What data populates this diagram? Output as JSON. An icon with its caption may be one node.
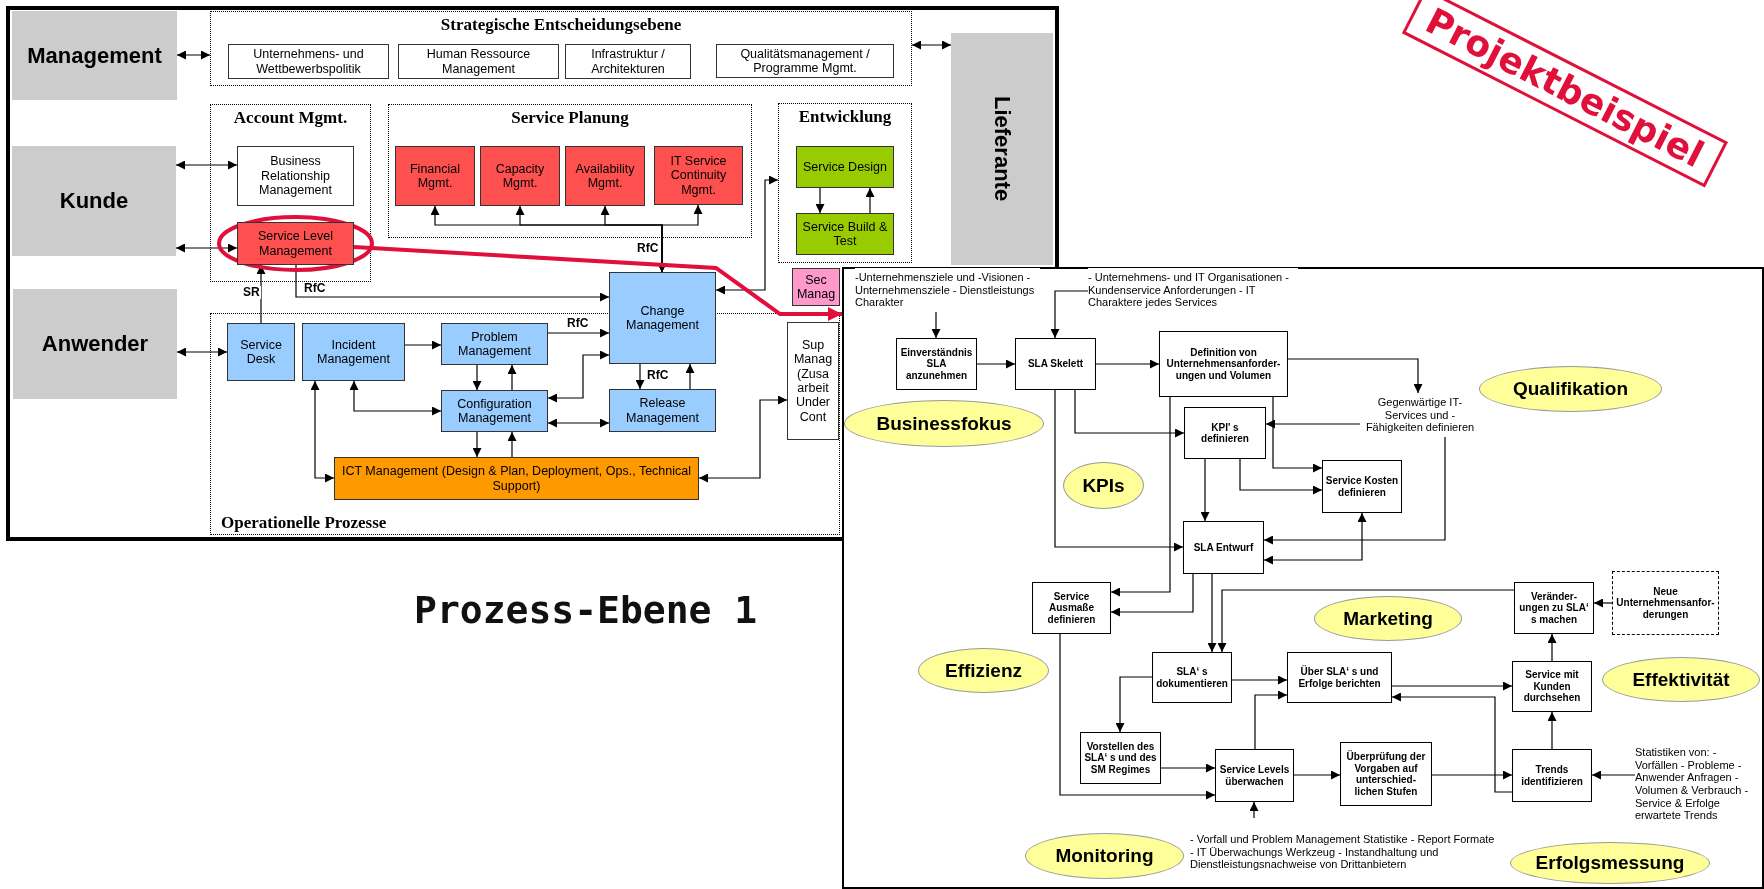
{
  "diagram": {
    "nodes": [
      {
        "text": [
          "Management"
        ]
      },
      {
        "text": [
          "Kunde"
        ]
      },
      {
        "text": [
          "Anwender"
        ]
      },
      {
        "text": [
          "Lieferante"
        ]
      },
      {
        "text": [
          "Strategische Entscheidungsebene"
        ]
      },
      {
        "text": [
          "Unternehmens- und Wettbewerbspolitik"
        ],
        "in": 4
      },
      {
        "text": [
          "Human Ressource Management"
        ],
        "in": 4
      },
      {
        "text": [
          "Infrastruktur / Architekturen"
        ],
        "in": 4
      },
      {
        "text": [
          "Qualitätsmanagement / Programme Mgmt."
        ],
        "in": 4
      },
      {
        "text": [
          "Account Mgmt."
        ]
      },
      {
        "text": [
          "Business Relationship Management"
        ],
        "in": 9
      },
      {
        "text": [
          "Service Level Management"
        ],
        "in": 9
      },
      {
        "text": [
          "Service Planung"
        ]
      },
      {
        "text": [
          "Financial Mgmt."
        ],
        "in": 12
      },
      {
        "text": [
          "Capacity Mgmt."
        ],
        "in": 12
      },
      {
        "text": [
          "Availability Mgmt."
        ],
        "in": 12
      },
      {
        "text": [
          "IT Service Continuity Mgmt."
        ],
        "in": 12
      },
      {
        "text": [
          "Entwicklung"
        ]
      },
      {
        "text": [
          "Service Design"
        ],
        "in": 17
      },
      {
        "text": [
          "Service Build & Test"
        ],
        "in": 17
      },
      {
        "text": [
          "Sec Manag"
        ]
      },
      {
        "text": [
          "Operationelle Prozesse"
        ]
      },
      {
        "text": [
          "Service Desk"
        ],
        "in": 21
      },
      {
        "text": [
          "Incident Management"
        ],
        "in": 21
      },
      {
        "text": [
          "Problem Management"
        ],
        "in": 21
      },
      {
        "text": [
          "Change Management"
        ]
      },
      {
        "text": [
          "Configuration Management"
        ],
        "in": 21
      },
      {
        "text": [
          "Release Management"
        ],
        "in": 21
      },
      {
        "text": [
          "ICT Management (Design & Plan, Deployment, Ops., Technical Support)"
        ],
        "in": 21
      },
      {
        "text": [
          "Sup Manag (Zusa arbeit Under Cont"
        ],
        "in": 21
      },
      {
        "text": [],
        "shape": "box"
      },
      {
        "text": [
          "-Unternehmensziele und -Visionen - Unternehmensziele - Dienstleistungs Charakter"
        ],
        "in": 30
      },
      {
        "text": [
          "- Unternehmens- und IT Organisationen - Kundenservice Anforderungen - IT Charaktere jedes Services"
        ],
        "in": 30
      },
      {
        "text": [
          "Einverständnis SLA anzunehmen"
        ],
        "in": 30
      },
      {
        "text": [
          "SLA Skelett"
        ],
        "in": 30
      },
      {
        "text": [
          "Definition von Unternehmensanforder- ungen und Volumen"
        ],
        "in": 30
      },
      {
        "text": [
          "Gegenwärtige IT- Services und - Fähigkeiten definieren"
        ],
        "in": 30
      },
      {
        "text": [
          "KPI' s definieren"
        ],
        "in": 30
      },
      {
        "text": [
          "Service Kosten definieren"
        ],
        "in": 30
      },
      {
        "text": [
          "SLA Entwurf"
        ],
        "in": 30
      },
      {
        "text": [
          "Service Ausmaße definieren"
        ],
        "in": 30
      },
      {
        "text": [
          "SLA‘ s dokumentieren"
        ],
        "in": 30
      },
      {
        "text": [
          "Über SLA‘ s und Erfolge berichten"
        ],
        "in": 30
      },
      {
        "text": [
          "Veränder- ungen zu SLA‘ s machen"
        ],
        "in": 30
      },
      {
        "text": [
          "Neue Unternehmensanfor- derungen"
        ],
        "in": 30
      },
      {
        "text": [
          "Service mit Kunden durchsehen"
        ],
        "in": 30
      },
      {
        "text": [
          "Vorstellen des SLA‘ s und des SM Regimes"
        ],
        "in": 30
      },
      {
        "text": [
          "Service Levels überwachen"
        ],
        "in": 30
      },
      {
        "text": [
          "Überprüfung der Vorgaben auf unterschied- lichen Stufen"
        ],
        "in": 30
      },
      {
        "text": [
          "Trends identifizieren"
        ],
        "in": 30
      },
      {
        "text": [
          "Statistiken von: - Vorfällen - Probleme - Anwender Anfragen - Volumen & Verbrauch - Service & Erfolge erwartete Trends"
        ],
        "in": 30
      },
      {
        "text": [
          "- Vorfall und Problem Management Statistike - Report Formate - IT Überwachungs Werkzeug - Instandhaltung und Dienstleistungsnachweise von Drittanbietern"
        ],
        "in": 30
      },
      {
        "text": [
          "Businessfokus"
        ],
        "in": 30
      },
      {
        "text": [
          "KPIs"
        ],
        "in": 30
      },
      {
        "text": [
          "Qualifikation"
        ],
        "in": 30
      },
      {
        "text": [
          "Marketing"
        ],
        "in": 30
      },
      {
        "text": [
          "Effizienz"
        ],
        "in": 30
      },
      {
        "text": [
          "Effektivität"
        ],
        "in": 30
      },
      {
        "text": [
          "Monitoring"
        ],
        "in": 30
      },
      {
        "text": [
          "Erfolgsmessung"
        ],
        "in": 30
      }
    ],
    "edges": [
      {
        "from": 0,
        "to": 4,
        "arrow": "both"
      },
      {
        "from": 4,
        "to": 3,
        "arrow": "both"
      },
      {
        "from": 1,
        "to": 10,
        "arrow": "both"
      },
      {
        "from": 1,
        "to": 11,
        "arrow": "both"
      },
      {
        "from": 2,
        "to": 22,
        "arrow": "both"
      },
      {
        "from": 22,
        "to": 11,
        "arrow": "to",
        "label": "SR"
      },
      {
        "from": 11,
        "to": 25,
        "arrow": "to",
        "label": "RfC"
      },
      {
        "from": 25,
        "to": 13,
        "arrow": "both"
      },
      {
        "from": 25,
        "to": 14,
        "arrow": "both"
      },
      {
        "from": 25,
        "to": 15,
        "arrow": "both"
      },
      {
        "from": 25,
        "to": 16,
        "arrow": "both",
        "label": "RfC"
      },
      {
        "from": 25,
        "to": 17,
        "arrow": "both"
      },
      {
        "from": 18,
        "to": 19,
        "arrow": "to"
      },
      {
        "from": 19,
        "to": 18,
        "arrow": "to"
      },
      {
        "from": 23,
        "to": 24,
        "arrow": "to"
      },
      {
        "from": 24,
        "to": 25,
        "arrow": "to",
        "label": "RfC"
      },
      {
        "from": 24,
        "to": 26,
        "arrow": "to"
      },
      {
        "from": 26,
        "to": 24,
        "arrow": "to"
      },
      {
        "from": 23,
        "to": 26,
        "arrow": "both"
      },
      {
        "from": 26,
        "to": 25,
        "arrow": "both"
      },
      {
        "from": 26,
        "to": 27,
        "arrow": "both"
      },
      {
        "from": 25,
        "to": 27,
        "arrow": "to",
        "label": "RfC"
      },
      {
        "from": 27,
        "to": 25,
        "arrow": "to"
      },
      {
        "from": 26,
        "to": 28,
        "arrow": "to"
      },
      {
        "from": 28,
        "to": 26,
        "arrow": "to"
      },
      {
        "from": 23,
        "to": 28,
        "arrow": "both"
      },
      {
        "from": 28,
        "to": 29,
        "arrow": "both"
      },
      {
        "from": 11,
        "to": 30,
        "arrow": "to",
        "style": "thick",
        "color": "#e0103a"
      },
      {
        "from": 31,
        "to": 33,
        "arrow": "to"
      },
      {
        "from": 32,
        "to": 34,
        "arrow": "to"
      },
      {
        "from": 33,
        "to": 34,
        "arrow": "to"
      },
      {
        "from": 34,
        "to": 35,
        "arrow": "to"
      },
      {
        "from": 34,
        "to": 37,
        "arrow": "to"
      },
      {
        "from": 34,
        "to": 39,
        "arrow": "to"
      },
      {
        "from": 35,
        "to": 36,
        "arrow": "to"
      },
      {
        "from": 36,
        "to": 37,
        "arrow": "to"
      },
      {
        "from": 35,
        "to": 38,
        "arrow": "to"
      },
      {
        "from": 37,
        "to": 38,
        "arrow": "to"
      },
      {
        "from": 37,
        "to": 39,
        "arrow": "to"
      },
      {
        "from": 36,
        "to": 39,
        "arrow": "to"
      },
      {
        "from": 38,
        "to": 39,
        "arrow": "both"
      },
      {
        "from": 35,
        "to": 40,
        "arrow": "to"
      },
      {
        "from": 39,
        "to": 40,
        "arrow": "to"
      },
      {
        "from": 39,
        "to": 41,
        "arrow": "to"
      },
      {
        "from": 43,
        "to": 41,
        "arrow": "to"
      },
      {
        "from": 40,
        "to": 47,
        "arrow": "to"
      },
      {
        "from": 41,
        "to": 46,
        "arrow": "to"
      },
      {
        "from": 46,
        "to": 47,
        "arrow": "to"
      },
      {
        "from": 41,
        "to": 42,
        "arrow": "to"
      },
      {
        "from": 47,
        "to": 42,
        "arrow": "to"
      },
      {
        "from": 47,
        "to": 48,
        "arrow": "to"
      },
      {
        "from": 48,
        "to": 49,
        "arrow": "to"
      },
      {
        "from": 42,
        "to": 45,
        "arrow": "to"
      },
      {
        "from": 49,
        "to": 42,
        "arrow": "to"
      },
      {
        "from": 49,
        "to": 45,
        "arrow": "to"
      },
      {
        "from": 45,
        "to": 43,
        "arrow": "to"
      },
      {
        "from": 44,
        "to": 43,
        "arrow": "to"
      },
      {
        "from": 50,
        "to": 49,
        "arrow": "to"
      },
      {
        "from": 51,
        "to": 47,
        "arrow": "to"
      }
    ],
    "labels": [
      "Projektbeispiel",
      "Prozess-Ebene 1"
    ]
  }
}
